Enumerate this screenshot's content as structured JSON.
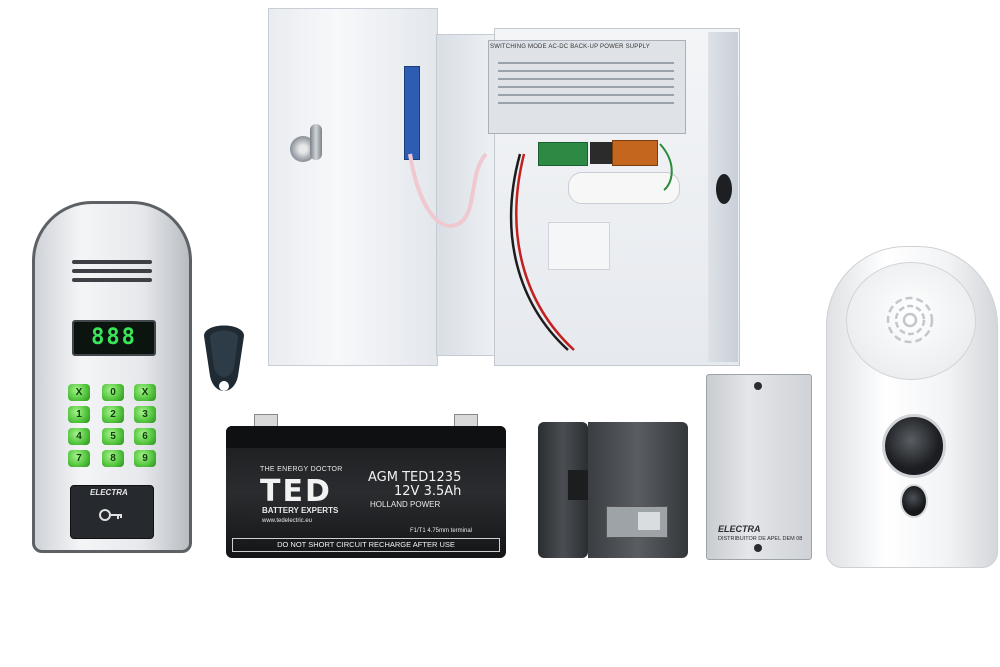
{
  "products": {
    "power_supply": {
      "label_title": "SWITCHING MODE AC-DC BACK-UP POWER SUPPLY"
    },
    "door_panel": {
      "display_value": "888",
      "brand": "ELECTRA",
      "keys": [
        "X",
        "0",
        "X",
        "1",
        "2",
        "3",
        "4",
        "5",
        "6",
        "7",
        "8",
        "9"
      ]
    },
    "battery": {
      "tagline": "THE ENERGY DOCTOR",
      "brand": "TED",
      "brand_sub": "BATTERY EXPERTS",
      "model": "AGM TED1235",
      "rating": "12V 3.5Ah",
      "maker": "HOLLAND POWER",
      "website": "www.tedelectric.eu",
      "terminal": "F1/T1 4.75mm terminal",
      "warning": "DO NOT SHORT CIRCUIT   RECHARGE AFTER USE"
    },
    "distributor": {
      "brand": "ELECTRA",
      "text": "DISTRIBUITOR DE APEL  DEM 08"
    }
  }
}
